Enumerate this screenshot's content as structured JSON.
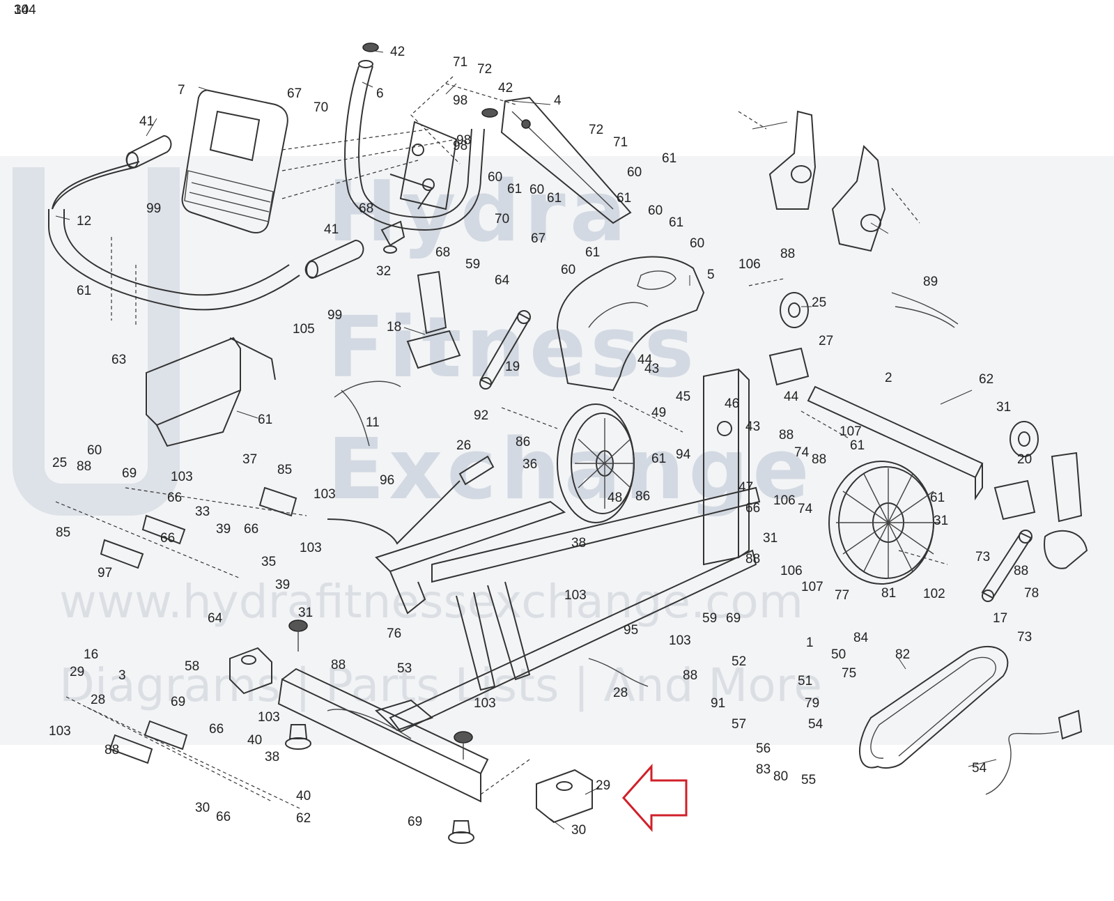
{
  "watermark": {
    "word1": "Hydra",
    "word2": "Fitness",
    "word3": "Exchange",
    "url": "www.hydrafitnessexchange.com",
    "tagline": "Diagrams | Parts Lists | And More"
  },
  "colors": {
    "line": "#333333",
    "highlight_arrow": "#d0202a",
    "watermark": "#b9c4d2"
  },
  "highlighted_part": "28",
  "callouts": [
    "42",
    "6",
    "71",
    "72",
    "98",
    "42",
    "4",
    "72",
    "71",
    "7",
    "67",
    "70",
    "98",
    "98",
    "41",
    "60",
    "61",
    "60",
    "61",
    "99",
    "12",
    "68",
    "68",
    "70",
    "67",
    "61",
    "60",
    "61",
    "60",
    "41",
    "32",
    "60",
    "61",
    "60",
    "61",
    "61",
    "99",
    "63",
    "105",
    "59",
    "64",
    "18",
    "19",
    "88",
    "5",
    "106",
    "25",
    "89",
    "27",
    "44",
    "43",
    "45",
    "2",
    "62",
    "61",
    "11",
    "92",
    "86",
    "49",
    "46",
    "43",
    "44",
    "88",
    "74",
    "61",
    "107",
    "31",
    "25",
    "60",
    "61",
    "94",
    "88",
    "20",
    "26",
    "36",
    "48",
    "86",
    "47",
    "106",
    "74",
    "61",
    "31",
    "73",
    "88",
    "69",
    "103",
    "37",
    "85",
    "33",
    "66",
    "39",
    "66",
    "103",
    "96",
    "85",
    "35",
    "103",
    "97",
    "66",
    "39",
    "38",
    "103",
    "66",
    "31",
    "88",
    "106",
    "107",
    "88",
    "102",
    "78",
    "17",
    "73",
    "16",
    "64",
    "59",
    "69",
    "103",
    "95",
    "77",
    "84",
    "1",
    "50",
    "75",
    "51",
    "52",
    "76",
    "53",
    "81",
    "31",
    "88",
    "58",
    "29",
    "3",
    "28",
    "69",
    "103",
    "66",
    "40",
    "103",
    "38",
    "88",
    "30",
    "40",
    "66",
    "62",
    "103",
    "69",
    "29",
    "30",
    "28",
    "88",
    "91",
    "79",
    "57",
    "54",
    "56",
    "80",
    "55",
    "83",
    "82",
    "54",
    "34",
    "104"
  ]
}
